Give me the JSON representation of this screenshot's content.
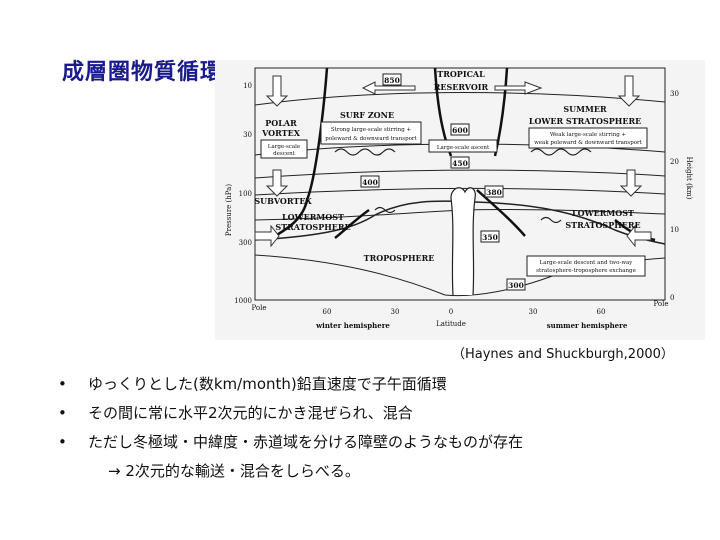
{
  "title": "成層圏物質循環",
  "figure": {
    "labels": {
      "tropical_reservoir_line1": "TROPICAL",
      "tropical_reservoir_line2": "RESERVOIR",
      "surf_zone": "SURF ZONE",
      "polar_vortex_line1": "POLAR",
      "polar_vortex_line2": "VORTEX",
      "large_scale_descent_line1": "Large-scale",
      "large_scale_descent_line2": "descent",
      "strong_stirring_line1": "Strong large-scale stirring +",
      "strong_stirring_line2": "poleward & downward transport",
      "large_scale_ascent": "Large-scale ascent",
      "summer_lower_strat_line1": "SUMMER",
      "summer_lower_strat_line2": "LOWER STRATOSPHERE",
      "weak_stirring_line1": "Weak large-scale stirring +",
      "weak_stirring_line2": "weak poleward & downward transport",
      "subvortex": "SUBVORTEX",
      "lowermost_strat_left_line1": "LOWERMOST",
      "lowermost_strat_left_line2": "STRATOSPHERE",
      "lowermost_strat_right_line1": "LOWERMOST",
      "lowermost_strat_right_line2": "STRATOSPHERE",
      "troposphere": "TROPOSPHERE",
      "exchange_line1": "Large-scale descent and two-way",
      "exchange_line2": "stratosphere-troposphere exchange"
    },
    "isentropes": [
      "850",
      "600",
      "450",
      "400",
      "380",
      "350",
      "300"
    ],
    "pressure_axis": {
      "label": "Pressure (hPa)",
      "ticks": [
        "10",
        "30",
        "100",
        "300",
        "1000"
      ]
    },
    "height_axis": {
      "label": "Height (km)",
      "ticks": [
        "30",
        "20",
        "10",
        "0"
      ]
    },
    "latitude_axis": {
      "label": "Latitude",
      "ticks": [
        "Pole",
        "60",
        "30",
        "0",
        "30",
        "60",
        "Pole"
      ],
      "winter": "winter hemisphere",
      "summer": "summer hemisphere"
    }
  },
  "citation": "（Haynes and Shuckburgh,2000）",
  "bullets": [
    "ゆっくりとした(数km/month)鉛直速度で子午面循環",
    "その間に常に水平2次元的にかき混ぜられ、混合",
    "ただし冬極域・中緯度・赤道域を分ける障壁のようなものが存在"
  ],
  "subline": "→ 2次元的な輸送・混合をしらべる。",
  "bullet_marker": "•"
}
